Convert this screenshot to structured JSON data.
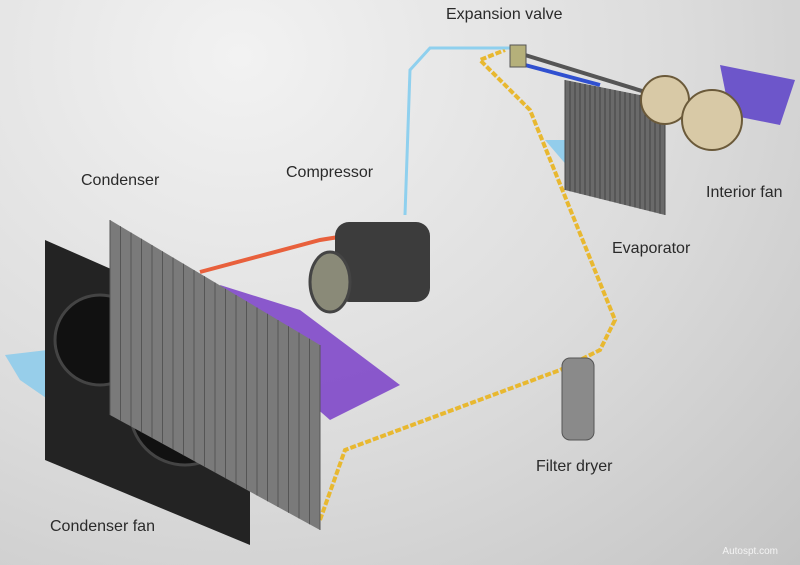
{
  "labels": {
    "expansion_valve": "Expansion valve",
    "compressor": "Compressor",
    "condenser": "Condenser",
    "interior_fan": "Interior fan",
    "evaporator": "Evaporator",
    "filter_dryer": "Filter dryer",
    "condenser_fan": "Condenser fan"
  },
  "watermark": "Autospt.com",
  "colors": {
    "high_pressure_gas_line": "#e8603c",
    "low_pressure_line": "#8fd0ee",
    "liquid_line": "#e8b830",
    "cold_air": "#7fc8ee",
    "hot_air": "#7a3fc8"
  }
}
